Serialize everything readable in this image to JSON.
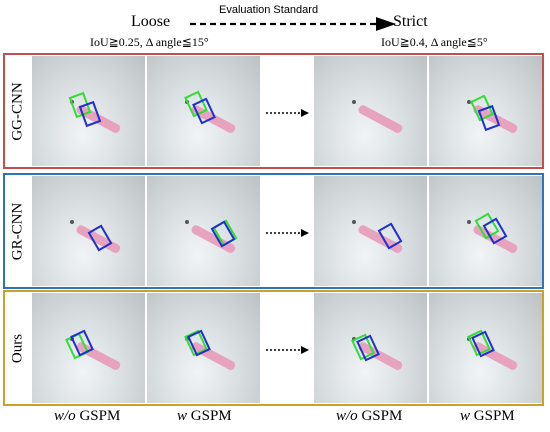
{
  "header": {
    "loose": "Loose",
    "strict": "Strict",
    "evaluation_standard": "Evaluation Standard",
    "loose_criteria": "IoU≧0.25, Δ angle≦15°",
    "strict_criteria": "IoU≧0.4, Δ angle≦5°"
  },
  "rows": [
    {
      "label": "GG-CNN",
      "color": "#c0504d"
    },
    {
      "label": "GR-CNN",
      "color": "#2e75b6"
    },
    {
      "label": "Ours",
      "color": "#c9a227"
    }
  ],
  "columns": {
    "wo_prefix": "w/o",
    "w_prefix": "w",
    "gspm": "GSPM"
  },
  "colors": {
    "gt_box": "#33dd33",
    "pred_box": "#1f2fd0",
    "object": "#e7a3bd"
  }
}
